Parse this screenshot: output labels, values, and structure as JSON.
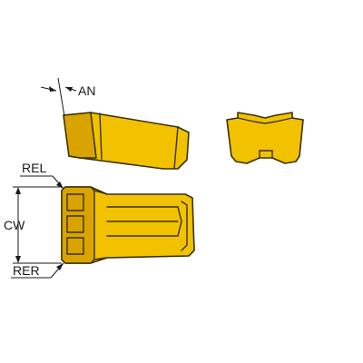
{
  "labels": {
    "angle": "AN",
    "corner_left": "REL",
    "cutting_width": "CW",
    "corner_right": "RER"
  },
  "colors": {
    "insert_fill": "#f2c200",
    "insert_shade": "#d9a400",
    "outline": "#3a3000",
    "dimension_lines": "#1a1a1a"
  }
}
